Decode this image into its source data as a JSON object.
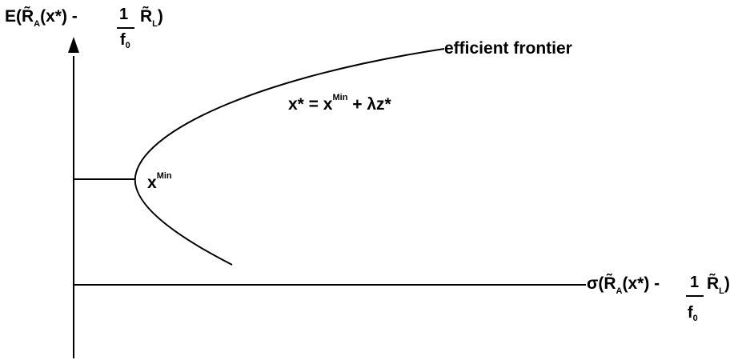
{
  "diagram": {
    "y_axis_label": {
      "prefix": "E(",
      "r_a": "R̃",
      "r_a_sub": "A",
      "x_star": "(x*) -",
      "frac_num": "1",
      "frac_den": "f",
      "frac_den_sub": "0",
      "r_l": "R̃",
      "r_l_sub": "L",
      "suffix": ")"
    },
    "x_axis_label": {
      "prefix": "σ(",
      "r_a": "R̃",
      "r_a_sub": "A",
      "x_star": "(x*) -",
      "frac_num": "1",
      "frac_den": "f",
      "frac_den_sub": "0",
      "r_l": "R̃",
      "r_l_sub": "L",
      "suffix": ")"
    },
    "frontier_label": "efficient frontier",
    "min_point_label": {
      "base": "x",
      "sup": "Min"
    },
    "equation": {
      "lhs": "x* = x",
      "sup": "Min",
      "rhs": "+ λz*"
    }
  },
  "colors": {
    "ink": "#000000",
    "background": "#ffffff"
  }
}
